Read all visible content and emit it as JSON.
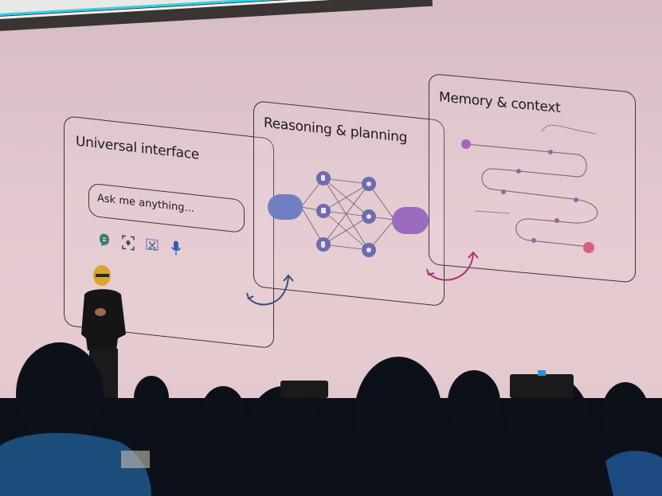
{
  "scene": {
    "description": "Keynote stage photo with a projected slide showing three overlapping panels",
    "colors": {
      "background": "#e3c9cf",
      "panel_border": "#3c3438",
      "input_pill": "#6f7fc2",
      "node": "#6d6bb0",
      "output_pill": "#9a6bbf",
      "memory_start": "#a565b8",
      "memory_end": "#d8607f",
      "arrow_blue": "#3c4a7a",
      "arrow_magenta": "#b1307a",
      "audience": "#0a0f18",
      "top_monitor_accent": "#2fd0e8"
    }
  },
  "slide": {
    "panels": [
      {
        "id": "universal-interface",
        "title": "Universal interface",
        "input_placeholder": "Ask me anything...",
        "icons": [
          "chat-icon",
          "focus-camera-icon",
          "image-edit-icon",
          "microphone-icon"
        ]
      },
      {
        "id": "reasoning-planning",
        "title": "Reasoning & planning",
        "network": {
          "input_layer": 1,
          "hidden_layer_1": 3,
          "hidden_layer_2": 3,
          "output_layer": 1
        }
      },
      {
        "id": "memory-context",
        "title": "Memory & context",
        "path_nodes": 8
      }
    ],
    "arrows": [
      "reasoning-to-interface-arrow",
      "memory-to-reasoning-arrow"
    ]
  }
}
